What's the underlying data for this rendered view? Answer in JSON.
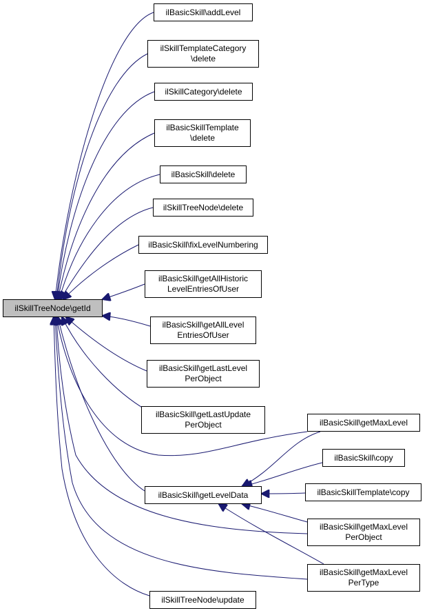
{
  "graph": {
    "edge_color": "#191970",
    "focus_fill": "#bfbfbf",
    "focus": {
      "lines": [
        "ilSkillTreeNode\\getId"
      ]
    },
    "callers": [
      {
        "id": "addLevel",
        "lines": [
          "ilBasicSkill\\addLevel"
        ]
      },
      {
        "id": "tplcat-delete",
        "lines": [
          "ilSkillTemplateCategory",
          "\\delete"
        ]
      },
      {
        "id": "cat-delete",
        "lines": [
          "ilSkillCategory\\delete"
        ]
      },
      {
        "id": "bstpl-delete",
        "lines": [
          "ilBasicSkillTemplate",
          "\\delete"
        ]
      },
      {
        "id": "bs-delete",
        "lines": [
          "ilBasicSkill\\delete"
        ]
      },
      {
        "id": "tn-delete",
        "lines": [
          "ilSkillTreeNode\\delete"
        ]
      },
      {
        "id": "fixLevelNumbering",
        "lines": [
          "ilBasicSkill\\fixLevelNumbering"
        ]
      },
      {
        "id": "getAllHistoric",
        "lines": [
          "ilBasicSkill\\getAllHistoric",
          "LevelEntriesOfUser"
        ]
      },
      {
        "id": "getAllLevel",
        "lines": [
          "ilBasicSkill\\getAllLevel",
          "EntriesOfUser"
        ]
      },
      {
        "id": "getLastLevel",
        "lines": [
          "ilBasicSkill\\getLastLevel",
          "PerObject"
        ]
      },
      {
        "id": "getLastUpdate",
        "lines": [
          "ilBasicSkill\\getLastUpdate",
          "PerObject"
        ]
      },
      {
        "id": "getLevelData",
        "lines": [
          "ilBasicSkill\\getLevelData"
        ]
      },
      {
        "id": "tn-update",
        "lines": [
          "ilSkillTreeNode\\update"
        ]
      },
      {
        "id": "getMaxLevel",
        "lines": [
          "ilBasicSkill\\getMaxLevel"
        ]
      },
      {
        "id": "copy",
        "lines": [
          "ilBasicSkill\\copy"
        ]
      },
      {
        "id": "tpl-copy",
        "lines": [
          "ilBasicSkillTemplate\\copy"
        ]
      },
      {
        "id": "getMaxLevelPerObject",
        "lines": [
          "ilBasicSkill\\getMaxLevel",
          "PerObject"
        ]
      },
      {
        "id": "getMaxLevelPerType",
        "lines": [
          "ilBasicSkill\\getMaxLevel",
          "PerType"
        ]
      }
    ],
    "edges": [
      {
        "from": "addLevel",
        "to": "focus"
      },
      {
        "from": "tplcat-delete",
        "to": "focus"
      },
      {
        "from": "cat-delete",
        "to": "focus"
      },
      {
        "from": "bstpl-delete",
        "to": "focus"
      },
      {
        "from": "bs-delete",
        "to": "focus"
      },
      {
        "from": "tn-delete",
        "to": "focus"
      },
      {
        "from": "fixLevelNumbering",
        "to": "focus"
      },
      {
        "from": "getAllHistoric",
        "to": "focus"
      },
      {
        "from": "getAllLevel",
        "to": "focus"
      },
      {
        "from": "getLastLevel",
        "to": "focus"
      },
      {
        "from": "getLastUpdate",
        "to": "focus"
      },
      {
        "from": "getMaxLevel",
        "to": "focus"
      },
      {
        "from": "getLevelData",
        "to": "focus"
      },
      {
        "from": "getMaxLevelPerObject",
        "to": "focus"
      },
      {
        "from": "getMaxLevelPerType",
        "to": "focus"
      },
      {
        "from": "tn-update",
        "to": "focus"
      },
      {
        "from": "getMaxLevel",
        "to": "getLevelData"
      },
      {
        "from": "copy",
        "to": "getLevelData"
      },
      {
        "from": "tpl-copy",
        "to": "getLevelData"
      },
      {
        "from": "getMaxLevelPerObject",
        "to": "getLevelData"
      },
      {
        "from": "getMaxLevelPerType",
        "to": "getLevelData"
      }
    ]
  }
}
